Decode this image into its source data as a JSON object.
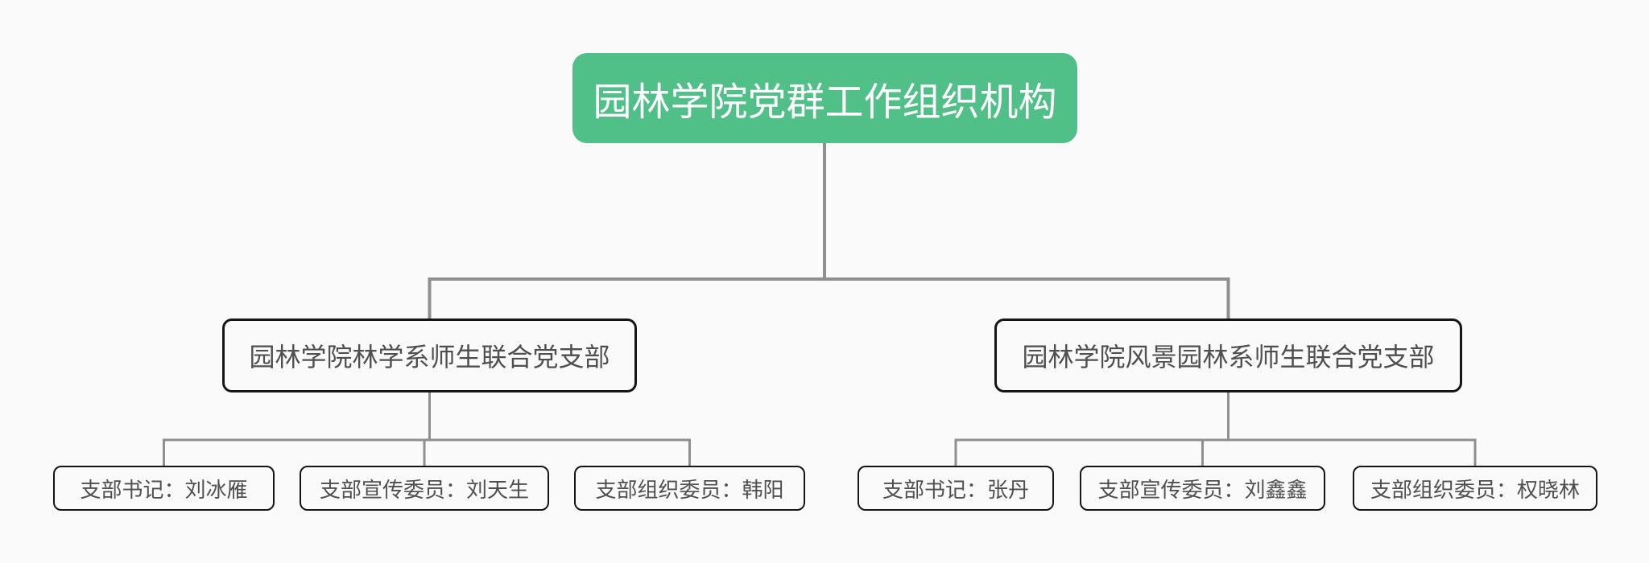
{
  "title": "园林学院党群工作组织机构",
  "colors": {
    "background": "#fafafa",
    "root_fill": "#50bf88",
    "root_text": "#ffffff",
    "connector_line": "#8f8f8f",
    "node_border": "#151515",
    "node_text": "#4f4f4f"
  },
  "org": {
    "root": {
      "label": "园林学院党群工作组织机构"
    },
    "branches": [
      {
        "label": "园林学院林学系师生联合党支部",
        "children": [
          {
            "label": "支部书记：刘冰雁"
          },
          {
            "label": "支部宣传委员：刘天生"
          },
          {
            "label": "支部组织委员：韩阳"
          }
        ]
      },
      {
        "label": "园林学院风景园林系师生联合党支部",
        "children": [
          {
            "label": "支部书记：张丹"
          },
          {
            "label": "支部宣传委员：刘鑫鑫"
          },
          {
            "label": "支部组织委员：权晓林"
          }
        ]
      }
    ]
  }
}
